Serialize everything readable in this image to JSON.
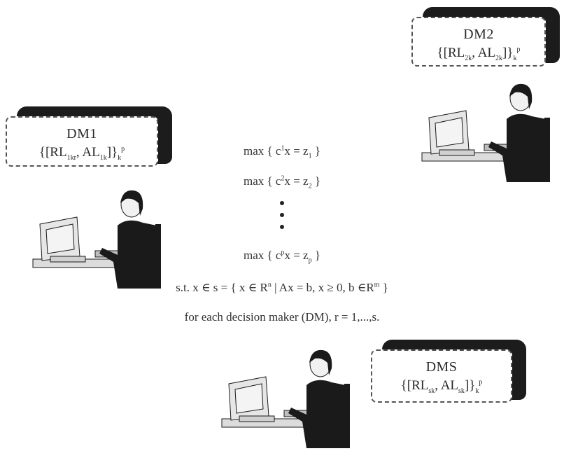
{
  "decision_makers": [
    {
      "id": "dm1",
      "title": "DM1",
      "rl_sub": "1kr",
      "al_sub": "1k"
    },
    {
      "id": "dm2",
      "title": "DM2",
      "rl_sub": "2k",
      "al_sub": "2k"
    },
    {
      "id": "dms",
      "title": "DMS",
      "rl_sub": "sk",
      "al_sub": "sk"
    }
  ],
  "labels": {
    "rl": "RL",
    "al": "AL",
    "k": "k",
    "p": "p"
  },
  "objectives": [
    {
      "prefix": "max { c",
      "sup": "1",
      "mid": "x = z",
      "sub": "1",
      "suffix": " }"
    },
    {
      "prefix": "max { c",
      "sup": "2",
      "mid": "x = z",
      "sub": "2",
      "suffix": " }"
    },
    {
      "prefix": "max { c",
      "sup": "p",
      "mid": "x = z",
      "sub": "p",
      "suffix": " }"
    }
  ],
  "constraint": {
    "part1": "s.t. x ∈ s = { x ∈ R",
    "sup1": "n",
    "part2": " | Ax = b, x ≥ 0, b ∈R",
    "sup2": "m",
    "part3": " }"
  },
  "note": "for each decision maker (DM), r = 1,...,s.",
  "colors": {
    "shadow": "#1c1c1c",
    "figure": "#1a1a1a",
    "monitor": "#e6e6e6"
  }
}
